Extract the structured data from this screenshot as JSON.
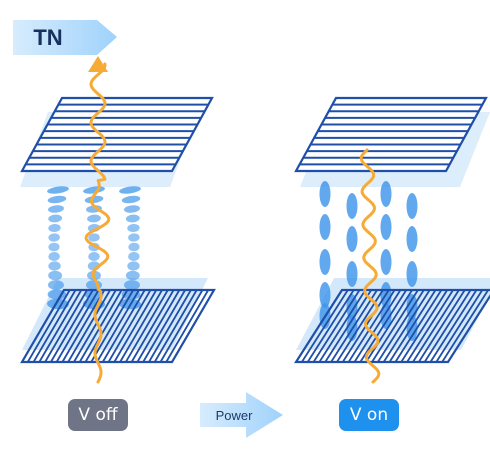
{
  "header": {
    "mode_label": "TN"
  },
  "states": [
    {
      "label": "V off",
      "badge_color": "#6f7486"
    },
    {
      "label": "V on",
      "badge_color": "#1e90ee"
    }
  ],
  "transition": {
    "label": "Power"
  },
  "colors": {
    "polarizer_line": "#1f4fa8",
    "panel_fill": "#cfe6fb",
    "molecule": "#3f95ea",
    "light_wave": "#f6ab36",
    "arrow": "#a9d8fb",
    "title_text": "#17305f"
  }
}
